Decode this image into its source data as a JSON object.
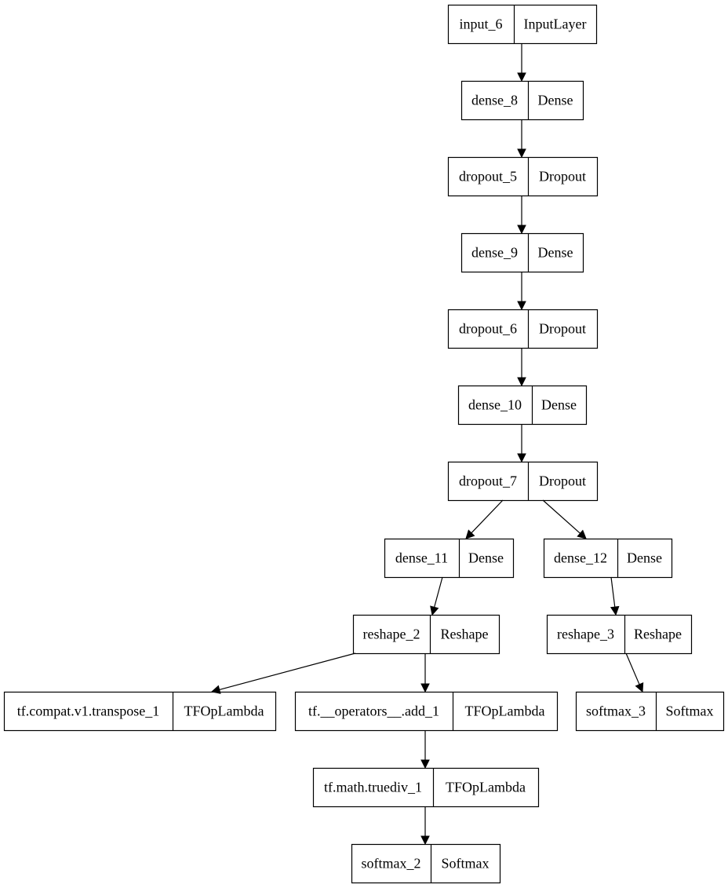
{
  "nodes": [
    {
      "id": "input_6",
      "name": "input_6",
      "type": "InputLayer"
    },
    {
      "id": "dense_8",
      "name": "dense_8",
      "type": "Dense"
    },
    {
      "id": "dropout_5",
      "name": "dropout_5",
      "type": "Dropout"
    },
    {
      "id": "dense_9",
      "name": "dense_9",
      "type": "Dense"
    },
    {
      "id": "dropout_6",
      "name": "dropout_6",
      "type": "Dropout"
    },
    {
      "id": "dense_10",
      "name": "dense_10",
      "type": "Dense"
    },
    {
      "id": "dropout_7",
      "name": "dropout_7",
      "type": "Dropout"
    },
    {
      "id": "dense_11",
      "name": "dense_11",
      "type": "Dense"
    },
    {
      "id": "dense_12",
      "name": "dense_12",
      "type": "Dense"
    },
    {
      "id": "reshape_2",
      "name": "reshape_2",
      "type": "Reshape"
    },
    {
      "id": "reshape_3",
      "name": "reshape_3",
      "type": "Reshape"
    },
    {
      "id": "transpose_1",
      "name": "tf.compat.v1.transpose_1",
      "type": "TFOpLambda"
    },
    {
      "id": "add_1",
      "name": "tf.__operators__.add_1",
      "type": "TFOpLambda"
    },
    {
      "id": "softmax_3",
      "name": "softmax_3",
      "type": "Softmax"
    },
    {
      "id": "truediv_1",
      "name": "tf.math.truediv_1",
      "type": "TFOpLambda"
    },
    {
      "id": "softmax_2",
      "name": "softmax_2",
      "type": "Softmax"
    }
  ],
  "edges": [
    {
      "from": "input_6",
      "to": "dense_8"
    },
    {
      "from": "dense_8",
      "to": "dropout_5"
    },
    {
      "from": "dropout_5",
      "to": "dense_9"
    },
    {
      "from": "dense_9",
      "to": "dropout_6"
    },
    {
      "from": "dropout_6",
      "to": "dense_10"
    },
    {
      "from": "dense_10",
      "to": "dropout_7"
    },
    {
      "from": "dropout_7",
      "to": "dense_11"
    },
    {
      "from": "dropout_7",
      "to": "dense_12"
    },
    {
      "from": "dense_11",
      "to": "reshape_2"
    },
    {
      "from": "dense_12",
      "to": "reshape_3"
    },
    {
      "from": "reshape_2",
      "to": "transpose_1"
    },
    {
      "from": "reshape_2",
      "to": "add_1"
    },
    {
      "from": "reshape_3",
      "to": "softmax_3"
    },
    {
      "from": "add_1",
      "to": "truediv_1"
    },
    {
      "from": "truediv_1",
      "to": "softmax_2"
    }
  ]
}
